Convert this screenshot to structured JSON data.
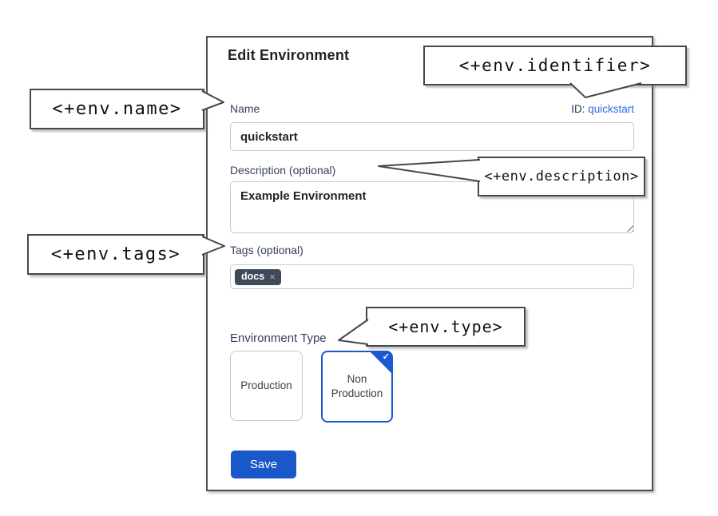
{
  "dialog": {
    "title": "Edit Environment",
    "name_label": "Name",
    "id_label": "ID:",
    "id_value": "quickstart",
    "name_value": "quickstart",
    "description_label": "Description (optional)",
    "description_value": "Example Environment",
    "tags_label": "Tags (optional)",
    "tags": [
      {
        "label": "docs",
        "remove_icon": "×"
      }
    ],
    "environment_type_label": "Environment Type",
    "environment_types": [
      {
        "label": "Production",
        "selected": false
      },
      {
        "label": "Non Production",
        "selected": true
      }
    ],
    "selected_check_icon": "✓",
    "save_label": "Save"
  },
  "callouts": {
    "identifier": "<+env.identifier>",
    "name": "<+env.name>",
    "description": "<+env.description>",
    "tags": "<+env.tags>",
    "type": "<+env.type>"
  },
  "colors": {
    "accent_blue": "#1a57c9",
    "selected_border_blue": "#1b5ace",
    "link_blue": "#2b6be2",
    "tag_chip_bg": "#3e4a59",
    "dialog_border": "#4e4f54",
    "callout_border": "#46474c",
    "label_text": "#36415a"
  }
}
